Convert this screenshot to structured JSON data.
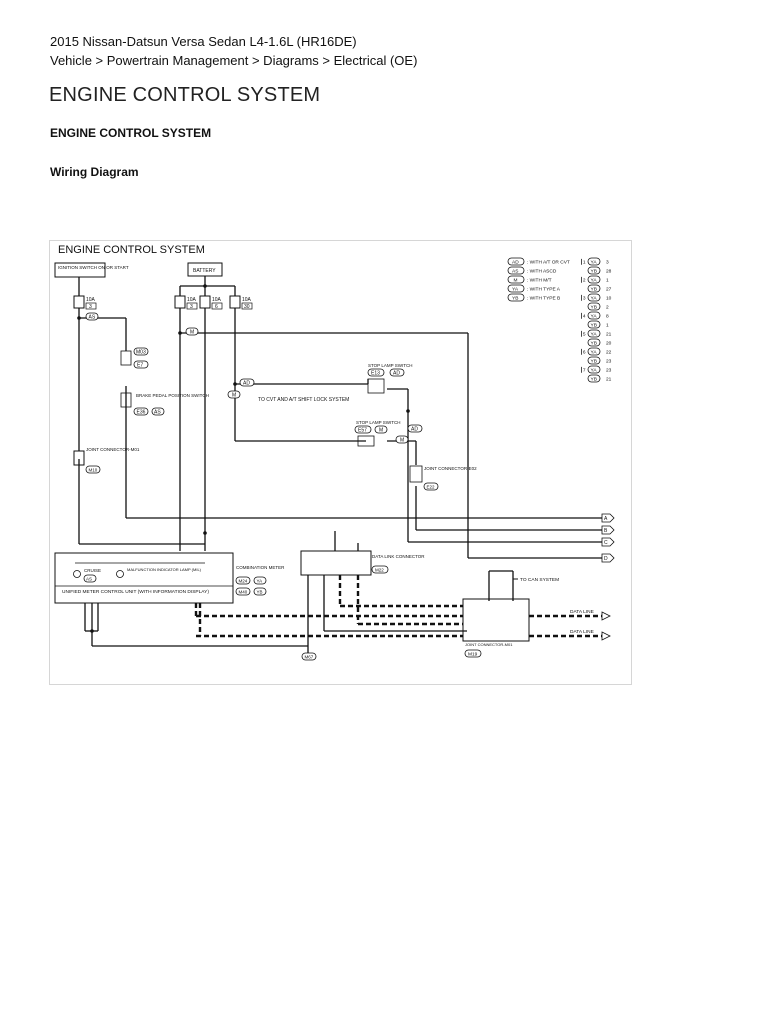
{
  "header": {
    "vehicle": "2015 Nissan-Datsun Versa Sedan L4-1.6L (HR16DE)",
    "breadcrumb": "Vehicle > Powertrain Management > Diagrams > Electrical (OE)"
  },
  "page_title": "ENGINE CONTROL SYSTEM",
  "section_title": "ENGINE CONTROL SYSTEM",
  "subsection_title": "Wiring Diagram",
  "diagram": {
    "title": "ENGINE CONTROL SYSTEM",
    "ignition_switch": "IGNITION SWITCH ON OR START",
    "battery": "BATTERY",
    "fuse_10a": "10A",
    "fuse_nums": [
      "3",
      "3",
      "6",
      "30"
    ],
    "brake_pedal_switch": "BRAKE PEDAL POSITION SWITCH",
    "stop_lamp_switch": "STOP LAMP SWITCH",
    "to_cvt": "TO CVT AND A/T SHIFT LOCK SYSTEM",
    "joint_connector_m1": "JOINT CONNECTOR-M01",
    "joint_connector_e02": "JOINT CONNECTOR-E02",
    "data_link_connector": "DATA LINK CONNECTOR",
    "combination_meter": "COMBINATION METER",
    "cruise": "CRUISE",
    "mil": "MALFUNCTION INDICATOR LAMP (MIL)",
    "uvcu": "UNIFIED METER CONTROL UNIT (WITH INFORMATION DISPLAY)",
    "to_can": "TO CAN SYSTEM",
    "data_line": "DATA LINE",
    "joint_connector_m01b": "JOINT CONNECTOR-M01",
    "codes": {
      "e13": "E13",
      "e57": "E57",
      "e36": "E36",
      "e22": "E22",
      "m03": "M03",
      "m10": "M10",
      "m22": "M22",
      "m24": "M24",
      "m40": "M40",
      "m67": "M67",
      "m19": "M19",
      "e7": "E7"
    },
    "legend": [
      {
        "code": "AD",
        "text": ": WITH A/T OR CVT"
      },
      {
        "code": "AS",
        "text": ": WITH ASCD"
      },
      {
        "code": "M",
        "text": ": WITH M/T"
      },
      {
        "code": "YA",
        "text": ": WITH TYPE A"
      },
      {
        "code": "YB",
        "text": ": WITH TYPE B"
      }
    ],
    "pin_table": [
      {
        "ref": "┃1",
        "a": "3",
        "b": "28"
      },
      {
        "ref": "┃2",
        "a": "1",
        "b": "27"
      },
      {
        "ref": "┃3",
        "a": "10",
        "b": "2"
      },
      {
        "ref": "┃4",
        "a": "8",
        "b": "1"
      },
      {
        "ref": "┃5",
        "a": "21",
        "b": "20"
      },
      {
        "ref": "┃6",
        "a": "22",
        "b": "23"
      },
      {
        "ref": "┃7",
        "a": "23",
        "b": "21"
      }
    ],
    "ref_ya": "YA",
    "ref_yb": "YB",
    "out_letters": [
      "A",
      "B",
      "C",
      "D"
    ]
  }
}
